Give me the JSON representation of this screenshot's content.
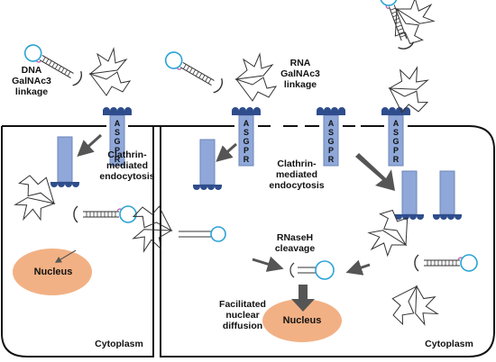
{
  "labels": {
    "dna_linkage": "DNA\nGalNAc3\nlinkage",
    "rna_linkage": "RNA\nGalNAc3\nlinkage",
    "clathrin_left": "Clathrin-\nmediated\nendocytosis",
    "clathrin_right": "Clathrin-\nmediated\nendocytosis",
    "rnaseh": "RNaseH\ncleavage",
    "facilitated": "Facilitated\nnuclear\ndiffusion",
    "nucleus_left": "Nucleus",
    "nucleus_right": "Nucleus",
    "cytoplasm_left": "Cytoplasm",
    "cytoplasm_right": "Cytoplasm",
    "receptor_letters": [
      "A",
      "S",
      "G",
      "P",
      "R"
    ]
  },
  "colors": {
    "receptor_fill": "#8fa8d9",
    "receptor_cap": "#2f4d8c",
    "nucleus": "#f2b184",
    "oligo_loop": "#2ba3d6",
    "modification": "#c05ab0",
    "arrow": "#555555"
  }
}
